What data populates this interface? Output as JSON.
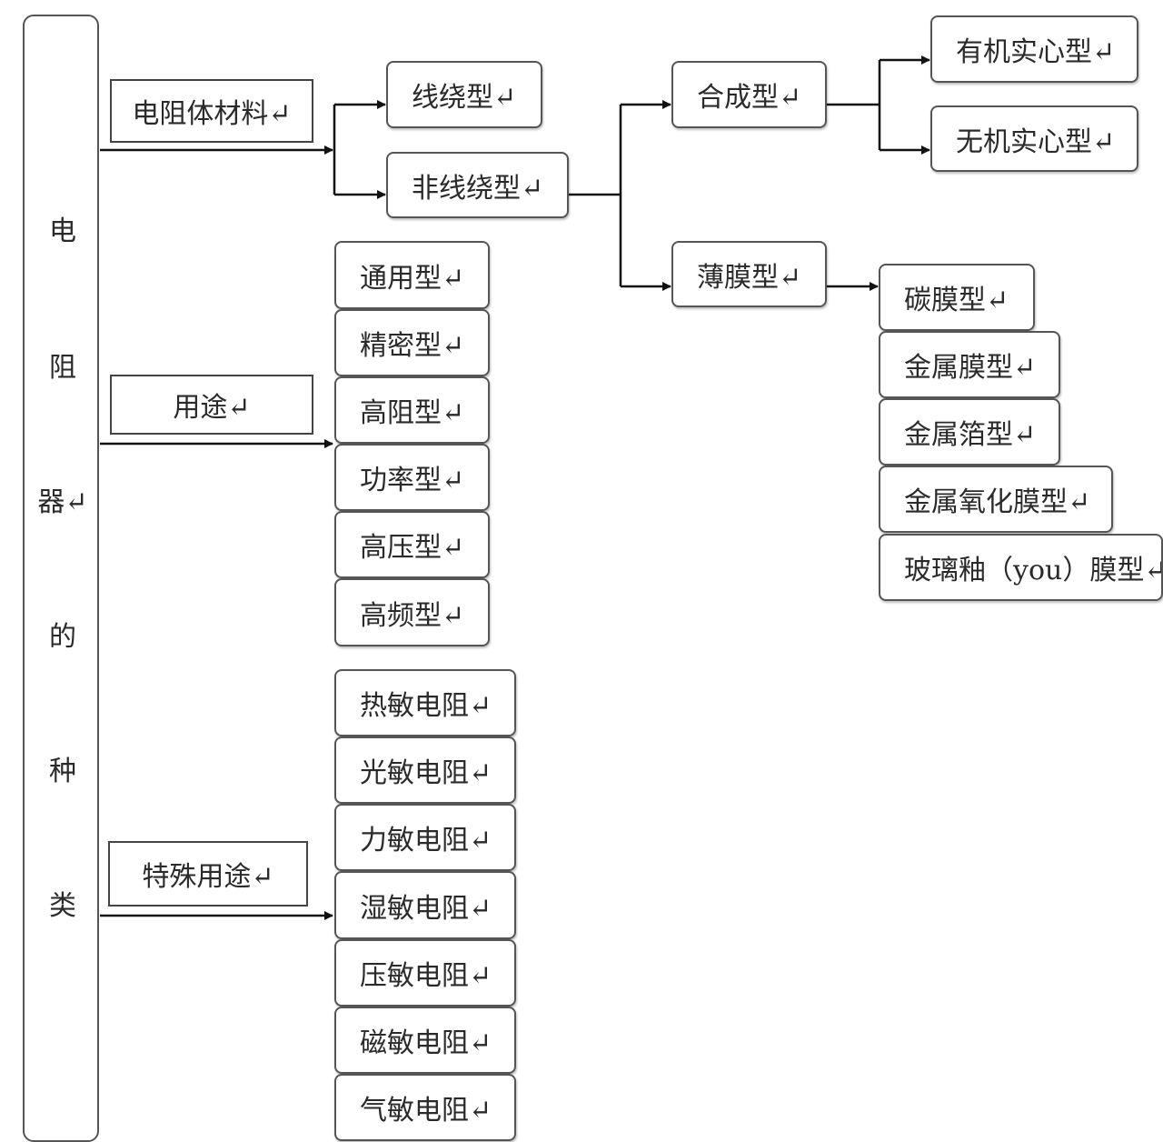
{
  "root_chars": [
    "电",
    "阻",
    "器↵",
    "的",
    "种",
    "类"
  ],
  "categories": {
    "material": "电阻体材料↵",
    "usage": "用途↵",
    "special": "特殊用途↵"
  },
  "material": {
    "wirewound": "线绕型↵",
    "non_wirewound": "非线绕型↵",
    "synthetic": "合成型↵",
    "organic_solid": "有机实心型↵",
    "inorganic_solid": "无机实心型↵",
    "thin_film": "薄膜型↵",
    "films": [
      "碳膜型↵",
      "金属膜型↵",
      "金属箔型↵",
      "金属氧化膜型↵",
      "玻璃釉（you）膜型↵"
    ]
  },
  "usage_items": [
    "通用型↵",
    "精密型↵",
    "高阻型↵",
    "功率型↵",
    "高压型↵",
    "高频型↵"
  ],
  "special_items": [
    "热敏电阻↵",
    "光敏电阻↵",
    "力敏电阻↵",
    "湿敏电阻↵",
    "压敏电阻↵",
    "磁敏电阻↵",
    "气敏电阻↵"
  ]
}
